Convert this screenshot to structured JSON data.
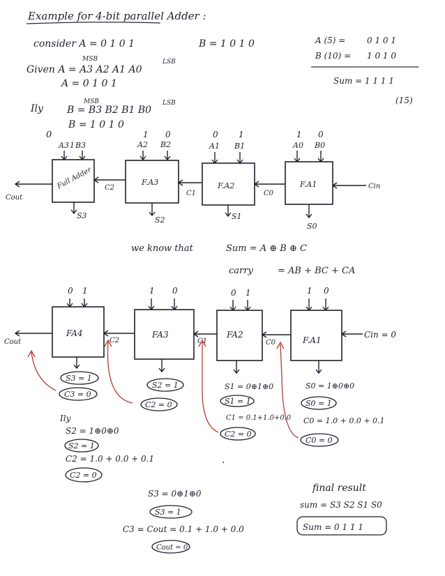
{
  "title": "Example for 4-bit parallel Adder :",
  "consider": {
    "a": "consider  A = 0 1 0 1",
    "b": "B = 1 0 1 0"
  },
  "given": {
    "msb": "MSB",
    "lsb": "LSB",
    "given_line": "Given   A = A3 A2 A1 A0",
    "a_bits": "A = 0  1  0  1",
    "ily": "Ily",
    "b_line": "B = B3 B2 B1 B0",
    "b_bits": "B = 1  0  1  0"
  },
  "sum_table": {
    "a_label": "A (5) =",
    "a_bits": "0 1 0 1",
    "b_label": "B (10) =",
    "b_bits": "1 0 1 0",
    "sum_label": "Sum = 1 1 1 1",
    "sum_decimal": "(15)"
  },
  "diagram1": {
    "blocks": [
      "Full Adder",
      "F.A3",
      "F.A2",
      "F.A1"
    ],
    "input_values": [
      [
        "0",
        "1"
      ],
      [
        "1",
        "0"
      ],
      [
        "0",
        "1"
      ],
      [
        "1",
        "0"
      ]
    ],
    "input_names": [
      [
        "A3",
        "B3"
      ],
      [
        "A2",
        "B2"
      ],
      [
        "A1",
        "B1"
      ],
      [
        "A0",
        "B0"
      ]
    ],
    "carries": [
      "C2",
      "C1",
      "C0"
    ],
    "cout": "Cout",
    "cin": "Cin",
    "sums": [
      "S3",
      "S2",
      "S1",
      "S0"
    ]
  },
  "formulas": {
    "intro": "we know that",
    "sum": "Sum  =  A ⊕ B ⊕ C",
    "carry_label": "carry",
    "carry": "=  AB + BC + CA"
  },
  "diagram2": {
    "blocks": [
      "FA4",
      "FA3",
      "FA2",
      "F.A1"
    ],
    "input_values": [
      [
        "0",
        "1"
      ],
      [
        "1",
        "0"
      ],
      [
        "0",
        "1"
      ],
      [
        "1",
        "0"
      ]
    ],
    "carries": [
      "C2",
      "C1",
      "C0"
    ],
    "cout": "Cout",
    "cin": "Cin = 0"
  },
  "calculations": {
    "fa4": {
      "s3": "S3 = 1",
      "c3": "C3 = 0"
    },
    "fa3": {
      "s2": "S2 = 1",
      "c2": "C2 = 0"
    },
    "fa2": {
      "s1_expr": "S1 = 0⊕1⊕0",
      "s1": "S1 = 1",
      "c1_expr": "C1 = 0.1+1.0+0.0",
      "c1": "C2 = 0"
    },
    "fa1": {
      "s0_expr": "S0 = 1⊕0⊕0",
      "s0": "S0 = 1",
      "c0_expr": "C0 = 1.0 + 0.0 + 0.1",
      "c0": "C0 = 0"
    },
    "ily": "Ily",
    "s2_expr": "S2 = 1⊕0⊕0",
    "s2": "S2 = 1",
    "c2_expr": "C2 = 1.0 + 0.0 + 0.1",
    "c2": "C2 = 0",
    "s3_expr": "S3 = 0⊕1⊕0",
    "s3": "S3 = 1",
    "c3_expr": "C3 = Cout  =  0.1 + 1.0 + 0.0",
    "cout": "Cout = 0"
  },
  "result": {
    "heading": "final result",
    "sum": "sum  =  S3 S2 S1 S0",
    "boxed": "Sum = 0 1  1  1"
  }
}
